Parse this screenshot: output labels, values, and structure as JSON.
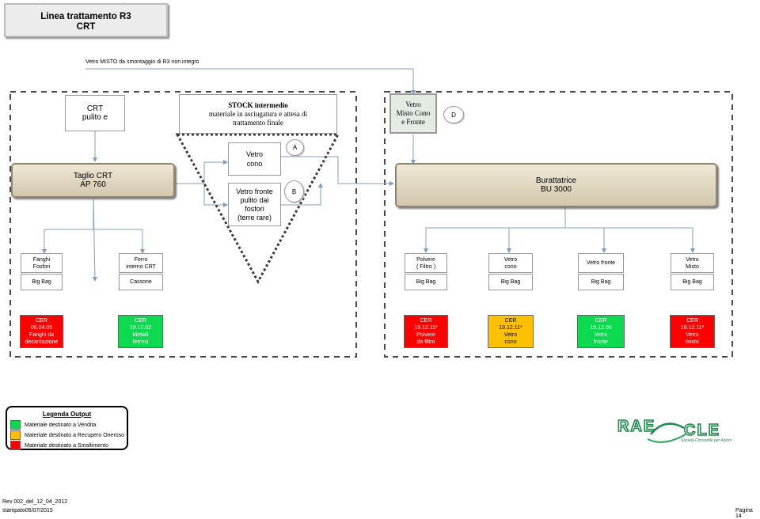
{
  "title": {
    "line1": "Linea trattamento R3",
    "line2": "CRT"
  },
  "top_note": "Vetro MISTO da smontaggio di R3 non integro",
  "inputs": {
    "crt_pulito": {
      "line1": "CRT",
      "line2": "pulito e"
    },
    "stock": {
      "line1": "STOCK intermedio",
      "line2": "materiale in asciugatura e attesa di",
      "line3": "trattamento finale"
    },
    "vetro_misto": {
      "line1": "Vetro",
      "line2": "Misto Cono",
      "line3": "e Fronte"
    }
  },
  "circles": {
    "a": "A",
    "b": "B",
    "d": "D"
  },
  "triangle": {
    "vetro_cono": {
      "line1": "Vetro",
      "line2": "cono"
    },
    "vetro_fronte": {
      "line1": "Vetro fronte",
      "line2": "pulito dai",
      "line3": "fosfori",
      "line4": "(terre rare)"
    }
  },
  "machines": {
    "taglio": {
      "line1": "Taglio CRT",
      "line2": "AP 760"
    },
    "burattatrice": {
      "line1": "Burattatrice",
      "line2": "BU 3000"
    }
  },
  "outputs": [
    {
      "name1": "Fanghi",
      "name2": "Fosfori",
      "container": "Big Bag",
      "cer": [
        "CER",
        "06.04.05",
        "Fanghi da",
        "decantazione"
      ],
      "color": "red"
    },
    {
      "name1": "Ferro",
      "name2": "interno CRT",
      "container": "Cassone",
      "cer": [
        "CER",
        "19.12.02",
        "Metalli",
        "ferrosi"
      ],
      "color": "green"
    },
    {
      "name1": "Polvere",
      "name2": "( Filtro )",
      "container": "Big Bag",
      "cer": [
        "CER",
        "19.12.11*",
        "Polvere",
        "da filtro"
      ],
      "color": "red"
    },
    {
      "name1": "Vetro",
      "name2": "cono",
      "container": "Big Bag",
      "cer": [
        "CER",
        "19.12.11*",
        "Vetro",
        "cono"
      ],
      "color": "yellow"
    },
    {
      "name1": "Vetro fronte",
      "name2": "",
      "container": "Big Bag",
      "cer": [
        "CER",
        "19.12.05",
        "Vetro",
        "fronte"
      ],
      "color": "green"
    },
    {
      "name1": "Vetro",
      "name2": "Misto",
      "container": "Big Bag",
      "cer": [
        "CER",
        "19.12.11*",
        "Vetro",
        "misto"
      ],
      "color": "red"
    }
  ],
  "legend": {
    "title": "Legenda Output",
    "items": [
      {
        "label": "Materiale destinato a Vendita",
        "color": "#0dd94e"
      },
      {
        "label": "Materiale destinato a Recupero Oneroso",
        "color": "#ffc000"
      },
      {
        "label": "Materiale destinato a Smaltimento",
        "color": "#ff0000"
      }
    ]
  },
  "logo": {
    "word1": "RAE",
    "word2": "CLE",
    "tagline": "Società Consortile per Azioni",
    "color": "#1f8a4c"
  },
  "footer": {
    "rev": "Rev 002_del_12_04_2012",
    "stamp": "stampato06/07/2015",
    "page": "Pagina 14"
  }
}
